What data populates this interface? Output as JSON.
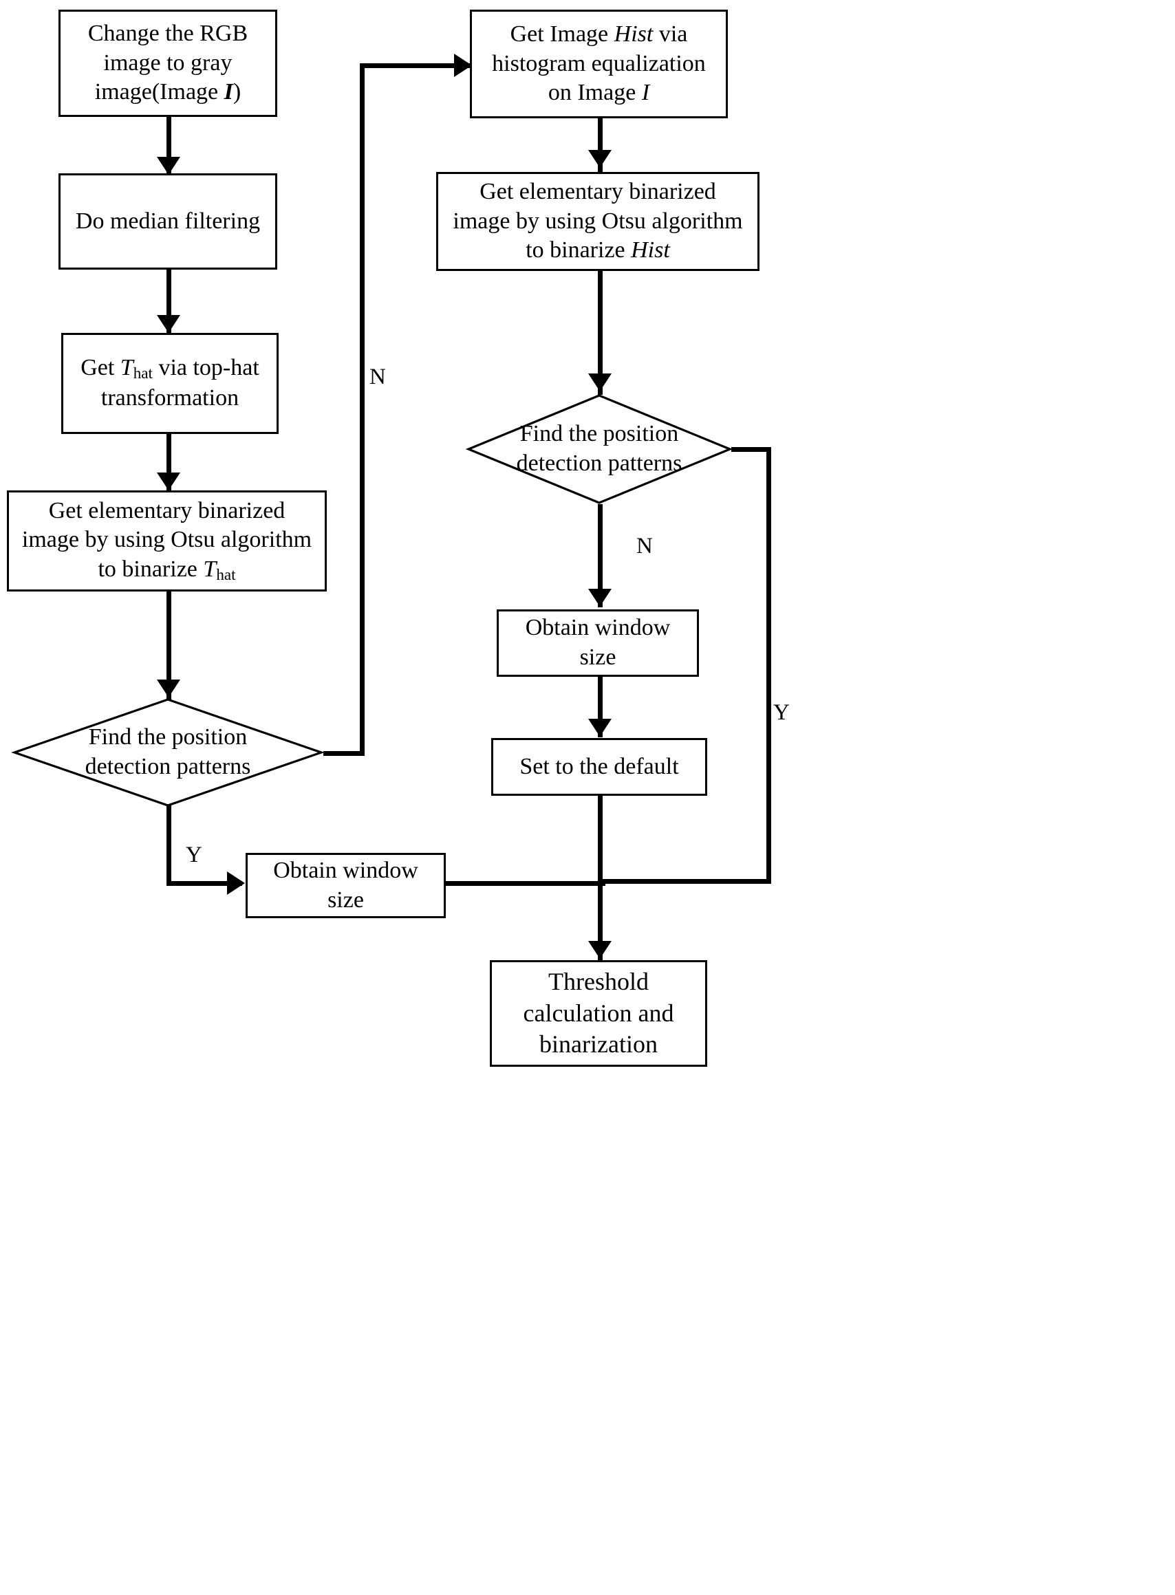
{
  "diagram": {
    "title": "QR code image binarization flowchart",
    "type": "flowchart",
    "stroke_color": "#000000",
    "fill_color": "#ffffff",
    "nodes": [
      {
        "id": "rgb-to-gray",
        "shape": "process",
        "lines": [
          "Change the RGB",
          "image to gray",
          "image(Image I)"
        ],
        "text": "Change the RGB image to gray image(Image I)"
      },
      {
        "id": "median-filter",
        "shape": "process",
        "lines": [
          "Do median filtering"
        ],
        "text": "Do median filtering"
      },
      {
        "id": "top-hat",
        "shape": "process",
        "lines": [
          "Get That via top-hat",
          "transformation"
        ],
        "text": "Get That via top-hat transformation"
      },
      {
        "id": "otsu-that",
        "shape": "process",
        "lines": [
          "Get elementary binarized",
          "image by using Otsu algorithm",
          "to binarize That"
        ],
        "text": "Get elementary binarized image by using Otsu algorithm to binarize That"
      },
      {
        "id": "find-pdp-left",
        "shape": "decision",
        "lines": [
          "Find the position",
          "detection patterns"
        ],
        "text": "Find the position detection patterns"
      },
      {
        "id": "window-left",
        "shape": "process",
        "lines": [
          "Obtain window",
          "size"
        ],
        "text": "Obtain window size"
      },
      {
        "id": "hist-eq",
        "shape": "process",
        "lines": [
          "Get Image Hist via",
          "histogram equalization",
          "on Image I"
        ],
        "text": "Get Image Hist via histogram equalization on Image I"
      },
      {
        "id": "otsu-hist",
        "shape": "process",
        "lines": [
          "Get elementary binarized",
          "image by using Otsu algorithm",
          "to binarize Hist"
        ],
        "text": "Get elementary binarized image by using Otsu algorithm to binarize Hist"
      },
      {
        "id": "find-pdp-right",
        "shape": "decision",
        "lines": [
          "Find the position",
          "detection patterns"
        ],
        "text": "Find the position detection patterns"
      },
      {
        "id": "window-right",
        "shape": "process",
        "lines": [
          "Obtain window",
          "size"
        ],
        "text": "Obtain window size"
      },
      {
        "id": "set-default",
        "shape": "process",
        "lines": [
          "Set to the default"
        ],
        "text": "Set to the default"
      },
      {
        "id": "threshold",
        "shape": "process",
        "lines": [
          "Threshold",
          "calculation and",
          "binarization"
        ],
        "text": "Threshold calculation and binarization"
      }
    ],
    "edge_labels": {
      "left_no": "N",
      "left_yes": "Y",
      "right_no": "N",
      "right_yes": "Y"
    },
    "text": {
      "n1_change_l1": "Change the RGB",
      "n1_change_l2": "image to gray",
      "n1_change_l3_pre": "image(Image ",
      "n1_change_l3_sym": "I",
      "n1_change_l3_post": ")",
      "n2_median": "Do median filtering",
      "n3_tophat_pre": "Get ",
      "n3_tophat_sym": "T",
      "n3_tophat_sub": "hat",
      "n3_tophat_post": " via top-hat",
      "n3_tophat_l2": "transformation",
      "n4_otsu_l1": "Get elementary binarized",
      "n4_otsu_l2": "image by using Otsu algorithm",
      "n4_otsu_l3_pre": "to binarize ",
      "n4_otsu_l3_sym": "T",
      "n4_otsu_l3_sub": "hat",
      "n5_find_l1": "Find the position",
      "n5_find_l2": "detection patterns",
      "n6_window_l1": "Obtain window",
      "n6_window_l2": "size",
      "n7_hist_l1_pre": "Get Image ",
      "n7_hist_l1_sym": "Hist",
      "n7_hist_l1_post": " via",
      "n7_hist_l2": "histogram equalization",
      "n7_hist_l3_pre": "on Image ",
      "n7_hist_l3_sym": "I",
      "n8_otsu_l1": "Get elementary binarized",
      "n8_otsu_l2": "image by using Otsu algorithm",
      "n8_otsu_l3_pre": "to binarize ",
      "n8_otsu_l3_sym": "Hist",
      "n9_find_l1": "Find the position",
      "n9_find_l2": "detection patterns",
      "n10_window_l1": "Obtain window",
      "n10_window_l2": "size",
      "n11_default": "Set to the default",
      "n12_thr_l1": "Threshold",
      "n12_thr_l2": "calculation and",
      "n12_thr_l3": "binarization",
      "label_n_left": "N",
      "label_y_left": "Y",
      "label_n_right": "N",
      "label_y_right": "Y"
    }
  }
}
